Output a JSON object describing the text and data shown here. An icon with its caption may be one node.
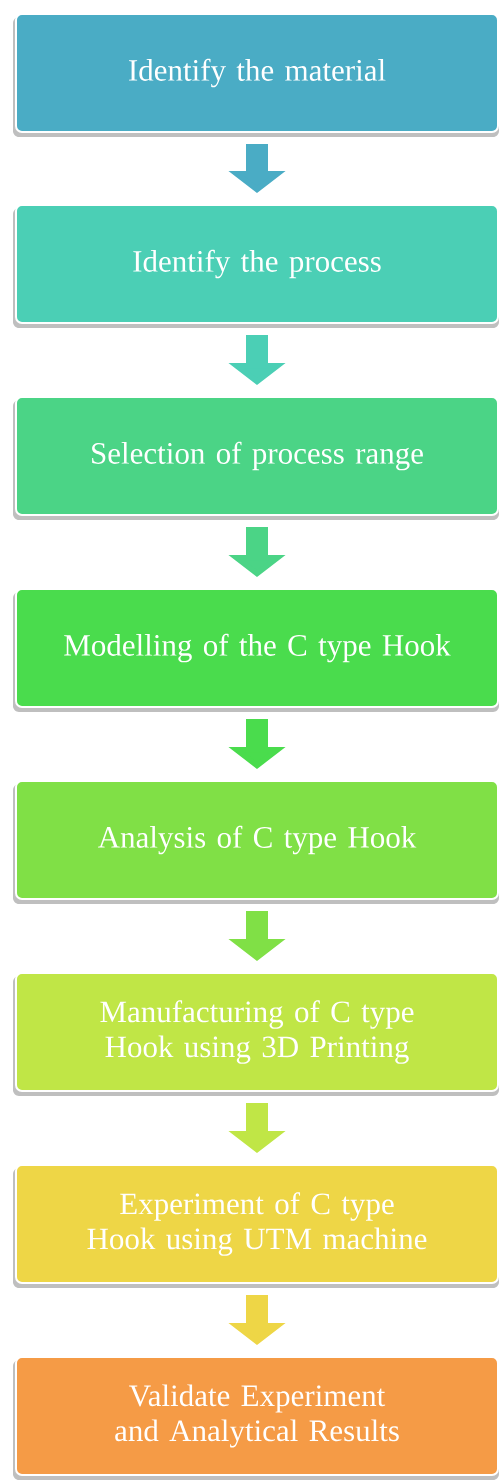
{
  "diagram": {
    "nodes": [
      {
        "text": [
          "Identify the material"
        ]
      },
      {
        "text": [
          "Identify the process"
        ]
      },
      {
        "text": [
          "Selection of process range"
        ]
      },
      {
        "text": [
          "Modelling of the C type Hook"
        ]
      },
      {
        "text": [
          "Analysis of C type Hook"
        ]
      },
      {
        "text": [
          "Manufacturing of C type Hook using 3D Printing"
        ]
      },
      {
        "text": [
          "Experiment of C type Hook using UTM machine"
        ]
      },
      {
        "text": [
          "Validate Experiment and Analytical Results"
        ]
      }
    ],
    "edges": [
      {
        "from": 0,
        "to": 1,
        "arrow": "to",
        "color": "#4aacc5"
      },
      {
        "from": 1,
        "to": 2,
        "arrow": "to",
        "color": "#4bcfb5"
      },
      {
        "from": 2,
        "to": 3,
        "arrow": "to",
        "color": "#4bd486"
      },
      {
        "from": 3,
        "to": 4,
        "arrow": "to",
        "color": "#4adc4d"
      },
      {
        "from": 4,
        "to": 5,
        "arrow": "to",
        "color": "#80e046"
      },
      {
        "from": 5,
        "to": 6,
        "arrow": "to",
        "color": "#c0e646"
      },
      {
        "from": 6,
        "to": 7,
        "arrow": "to",
        "color": "#eed646"
      }
    ]
  }
}
